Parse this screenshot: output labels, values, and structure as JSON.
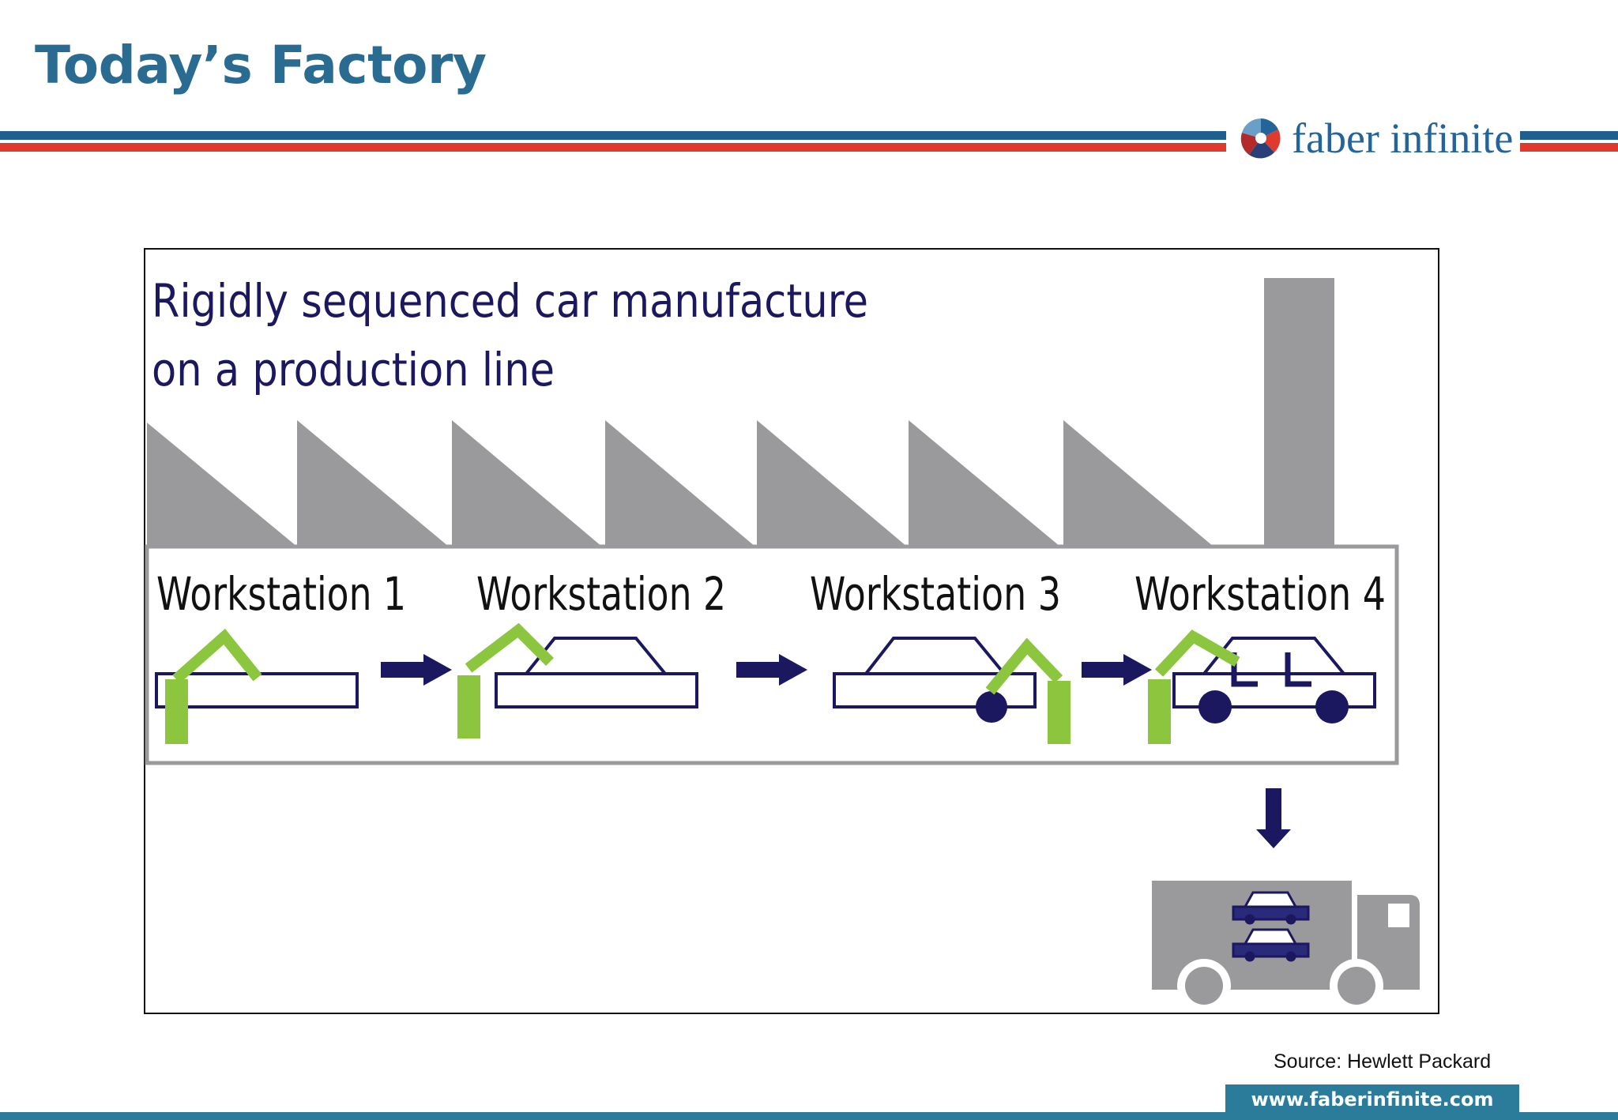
{
  "slide": {
    "title": "Today’s Factory",
    "brand_name": "faber infinite",
    "source": "Source: Hewlett Packard",
    "website": "www.faberinfinite.com"
  },
  "diagram": {
    "caption_line1": "Rigidly sequenced car manufacture",
    "caption_line2": "on a production line",
    "workstations": [
      "Workstation 1",
      "Workstation 2",
      "Workstation 3",
      "Workstation 4"
    ]
  },
  "colors": {
    "title_blue": "#2a6b92",
    "rule_blue": "#1f5f8f",
    "rule_red": "#e03a2e",
    "navy": "#1c1860",
    "robot_green": "#8cc63f",
    "factory_gray": "#9a9a9c",
    "footer_teal": "#2b7c9a"
  }
}
